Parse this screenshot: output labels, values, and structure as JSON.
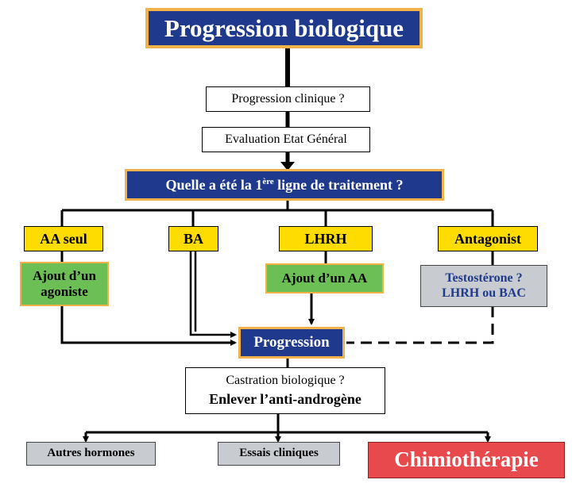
{
  "title": "Progression biologique",
  "step1": "Progression clinique ?",
  "step2": "Evaluation Etat Général",
  "question": {
    "prefix": "Quelle a été la 1",
    "superscript": "ère",
    "suffix": " ligne de traitement ?"
  },
  "branches": {
    "aa_seul": "AA seul",
    "ba": "BA",
    "lhrh": "LHRH",
    "antagonist": "Antagonist"
  },
  "actions": {
    "agonist_line1": "Ajout d’un",
    "agonist_line2": "agoniste",
    "add_aa": "Ajout d’un AA",
    "testo_line1": "Testostérone ?",
    "testo_line2": "LHRH ou BAC"
  },
  "progression": "Progression",
  "castration": {
    "line1": "Castration biologique ?",
    "line2": "Enlever l’anti-androgène"
  },
  "outcomes": {
    "autres": "Autres hormones",
    "essais": "Essais cliniques",
    "chimio": "Chimiothérapie"
  },
  "colors": {
    "navy": "#1f3a8c",
    "orange_border": "#f2b24a",
    "yellow": "#ffdc00",
    "green": "#6cbf54",
    "grey": "#c8cbcf",
    "red": "#e8494c"
  }
}
